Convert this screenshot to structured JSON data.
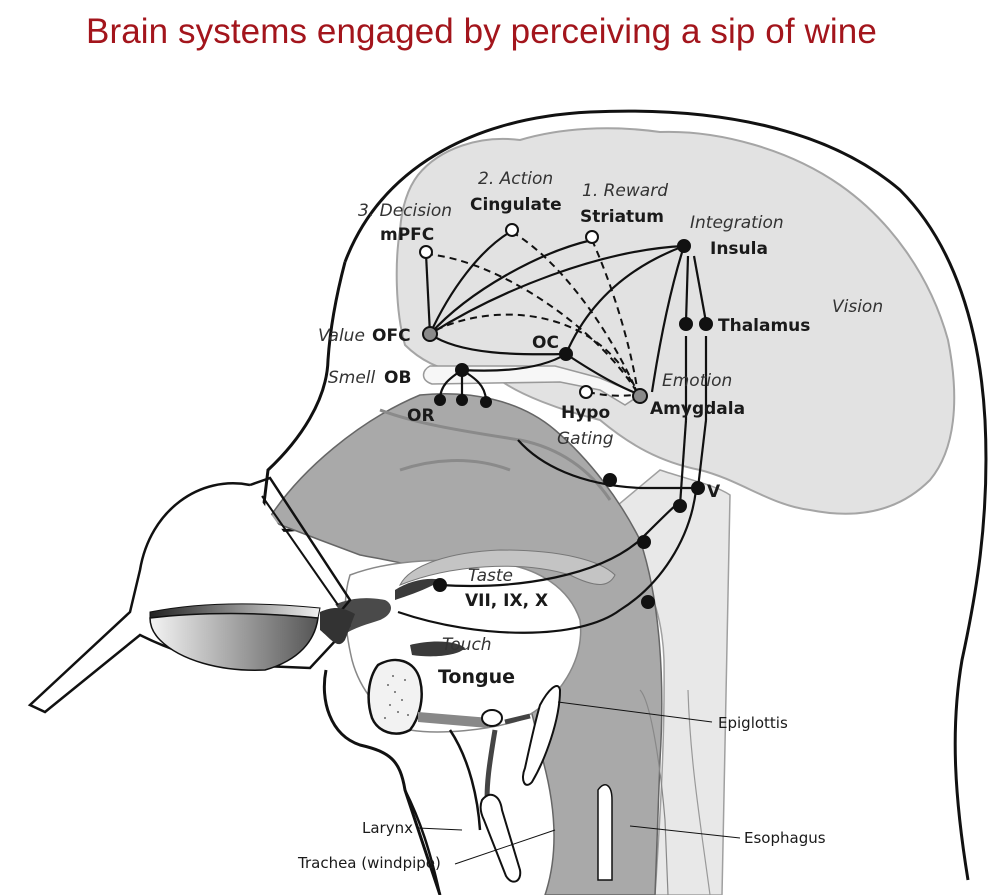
{
  "title": "Brain systems engaged by perceiving a sip of wine",
  "colors": {
    "title": "#a3151c",
    "brain_fill": "#e2e2e2",
    "nasal_fill": "#a9a9a9",
    "dark_tissue": "#4a4a4a"
  },
  "labels": {
    "decision": "3. Decision",
    "mpfc": "mPFC",
    "action": "2. Action",
    "cingulate": "Cingulate",
    "reward": "1. Reward",
    "striatum": "Striatum",
    "integration": "Integration",
    "insula": "Insula",
    "vision": "Vision",
    "value": "Value",
    "ofc": "OFC",
    "thalamus": "Thalamus",
    "oc": "OC",
    "smell": "Smell",
    "ob": "OB",
    "emotion": "Emotion",
    "hypo": "Hypo",
    "amygdala": "Amygdala",
    "or": "OR",
    "gating": "Gating",
    "v": "V",
    "taste": "Taste",
    "cranial_nerves": "VII, IX, X",
    "touch": "Touch",
    "tongue": "Tongue",
    "epiglottis": "Epiglottis",
    "larynx": "Larynx",
    "trachea": "Trachea (windpipe)",
    "esophagus": "Esophagus"
  },
  "nodes": [
    {
      "name": "mPFC",
      "type": "open"
    },
    {
      "name": "Cingulate",
      "type": "open"
    },
    {
      "name": "Striatum",
      "type": "open"
    },
    {
      "name": "Insula",
      "type": "filled"
    },
    {
      "name": "OFC",
      "type": "gray"
    },
    {
      "name": "OC",
      "type": "filled"
    },
    {
      "name": "OB",
      "type": "filled"
    },
    {
      "name": "Hypo",
      "type": "open"
    },
    {
      "name": "Amygdala",
      "type": "gray"
    },
    {
      "name": "Thalamus",
      "type": "filled"
    },
    {
      "name": "V",
      "type": "filled"
    }
  ]
}
